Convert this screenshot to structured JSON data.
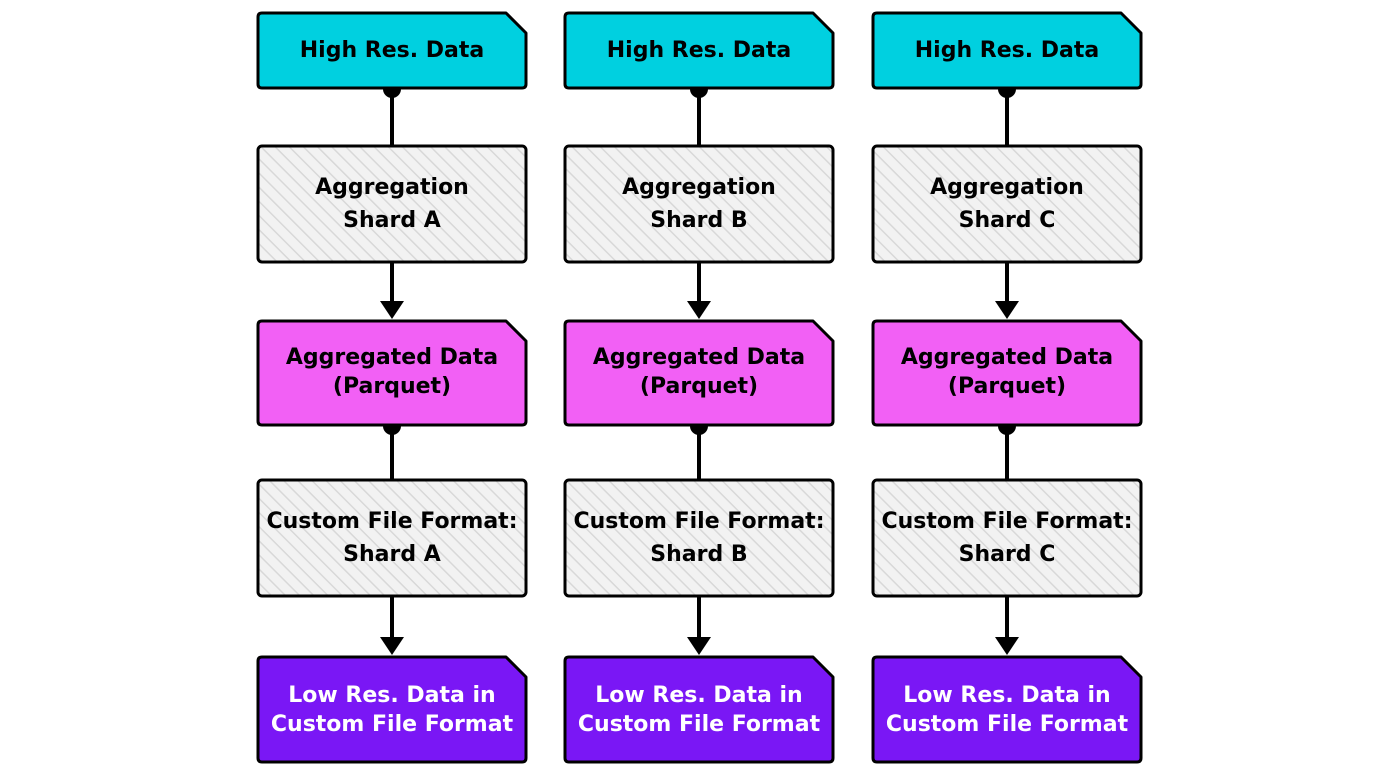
{
  "colors": {
    "source": "#00d0e0",
    "aggregated": "#f260f5",
    "output": "#7a17f5",
    "process": "#f2f2f2",
    "hatch": "#d8d8d8",
    "stroke": "#000000",
    "output_text": "#ffffff",
    "text": "#000000"
  },
  "columns": [
    {
      "source": {
        "lines": [
          "High Res. Data"
        ]
      },
      "aggregation": {
        "lines": [
          "Aggregation",
          "Shard A"
        ]
      },
      "aggregated": {
        "lines": [
          "Aggregated Data",
          "(Parquet)"
        ]
      },
      "format": {
        "lines": [
          "Custom File Format:",
          "Shard A"
        ]
      },
      "output": {
        "lines": [
          "Low Res. Data in",
          "Custom File Format"
        ]
      }
    },
    {
      "source": {
        "lines": [
          "High Res. Data"
        ]
      },
      "aggregation": {
        "lines": [
          "Aggregation",
          "Shard B"
        ]
      },
      "aggregated": {
        "lines": [
          "Aggregated Data",
          "(Parquet)"
        ]
      },
      "format": {
        "lines": [
          "Custom File Format:",
          "Shard B"
        ]
      },
      "output": {
        "lines": [
          "Low Res. Data in",
          "Custom File Format"
        ]
      }
    },
    {
      "source": {
        "lines": [
          "High Res. Data"
        ]
      },
      "aggregation": {
        "lines": [
          "Aggregation",
          "Shard C"
        ]
      },
      "aggregated": {
        "lines": [
          "Aggregated Data",
          "(Parquet)"
        ]
      },
      "format": {
        "lines": [
          "Custom File Format:",
          "Shard C"
        ]
      },
      "output": {
        "lines": [
          "Low Res. Data in",
          "Custom File Format"
        ]
      }
    }
  ]
}
